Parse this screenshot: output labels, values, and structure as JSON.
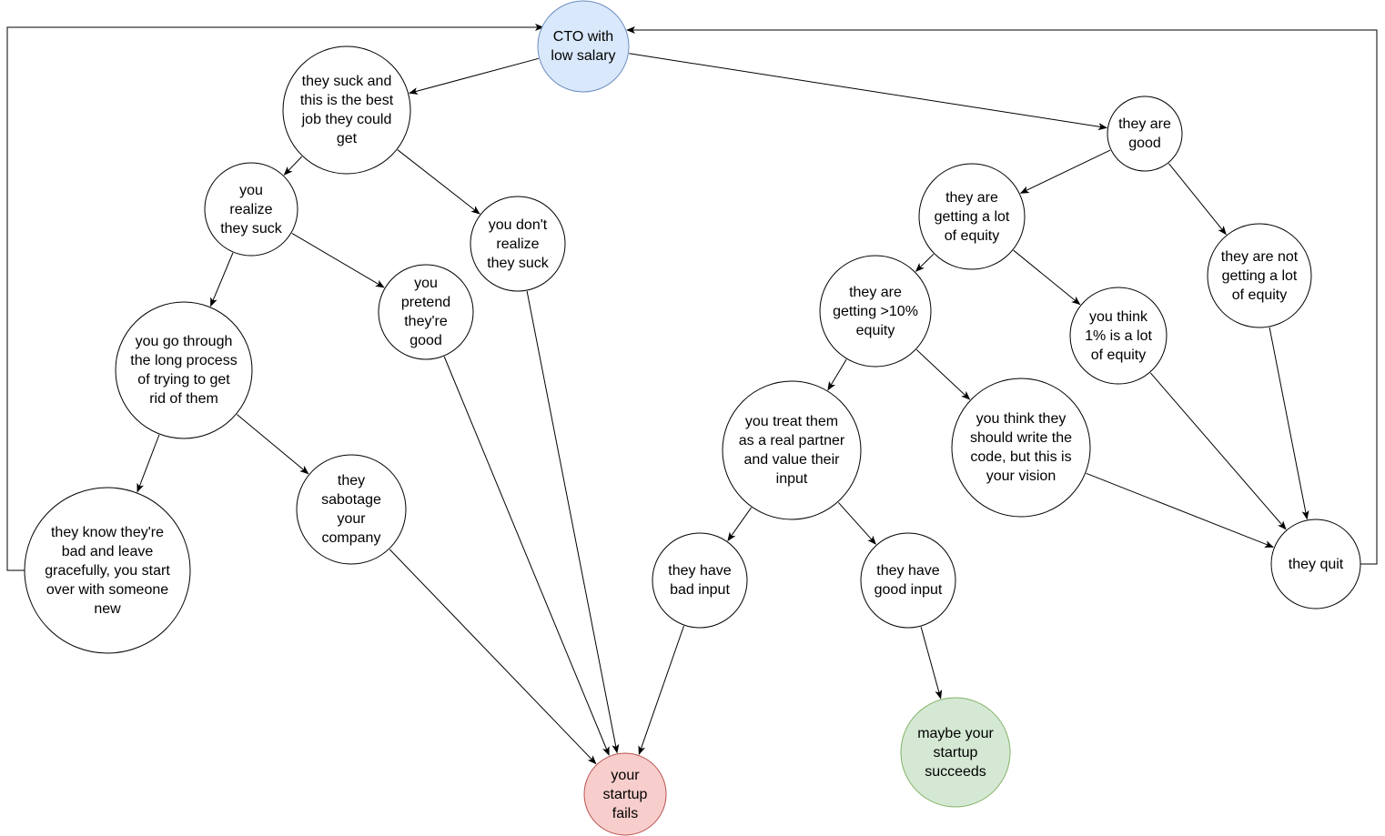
{
  "colors": {
    "default_fill": "#ffffff",
    "default_stroke": "#000000",
    "root_fill": "#dae8fc",
    "root_stroke": "#6c8ebf",
    "fail_fill": "#f8cecc",
    "fail_stroke": "#b85450",
    "success_fill": "#d5e8d4",
    "success_stroke": "#82b366"
  },
  "nodes": [
    {
      "id": "cto",
      "label": [
        "CTO with",
        "low salary"
      ],
      "style": "root"
    },
    {
      "id": "suck",
      "label": [
        "they suck and",
        "this is the best",
        "job they could",
        "get"
      ],
      "style": "default"
    },
    {
      "id": "realize",
      "label": [
        "you",
        "realize",
        "they suck"
      ],
      "style": "default"
    },
    {
      "id": "dont-realize",
      "label": [
        "you don't",
        "realize",
        "they suck"
      ],
      "style": "default"
    },
    {
      "id": "long-process",
      "label": [
        "you go through",
        "the long process",
        "of trying to get",
        "rid of them"
      ],
      "style": "default"
    },
    {
      "id": "pretend",
      "label": [
        "you",
        "pretend",
        "they're",
        "good"
      ],
      "style": "default"
    },
    {
      "id": "leave",
      "label": [
        "they know they're",
        "bad and leave",
        "gracefully, you start",
        "over with someone",
        "new"
      ],
      "style": "default"
    },
    {
      "id": "sabotage",
      "label": [
        "they",
        "sabotage",
        "your",
        "company"
      ],
      "style": "default"
    },
    {
      "id": "fails",
      "label": [
        "your",
        "startup",
        "fails"
      ],
      "style": "fail"
    },
    {
      "id": "good",
      "label": [
        "they are",
        "good"
      ],
      "style": "default"
    },
    {
      "id": "lot-equity",
      "label": [
        "they are",
        "getting a lot",
        "of equity"
      ],
      "style": "default"
    },
    {
      "id": "not-lot-equity",
      "label": [
        "they are not",
        "getting a lot",
        "of equity"
      ],
      "style": "default"
    },
    {
      "id": "over10",
      "label": [
        "they are",
        "getting >10%",
        "equity"
      ],
      "style": "default"
    },
    {
      "id": "think1",
      "label": [
        "you think",
        "1% is a lot",
        "of equity"
      ],
      "style": "default"
    },
    {
      "id": "partner",
      "label": [
        "you treat them",
        "as a real partner",
        "and value their",
        "input"
      ],
      "style": "default"
    },
    {
      "id": "write-code",
      "label": [
        "you think they",
        "should write the",
        "code, but this is",
        "your vision"
      ],
      "style": "default"
    },
    {
      "id": "bad-input",
      "label": [
        "they have",
        "bad input"
      ],
      "style": "default"
    },
    {
      "id": "good-input",
      "label": [
        "they have",
        "good input"
      ],
      "style": "default"
    },
    {
      "id": "succeeds",
      "label": [
        "maybe your",
        "startup",
        "succeeds"
      ],
      "style": "success"
    },
    {
      "id": "quit",
      "label": [
        "they quit"
      ],
      "style": "default"
    }
  ],
  "edges": [
    {
      "from": "cto",
      "to": "suck"
    },
    {
      "from": "cto",
      "to": "good"
    },
    {
      "from": "suck",
      "to": "realize"
    },
    {
      "from": "suck",
      "to": "dont-realize"
    },
    {
      "from": "realize",
      "to": "long-process"
    },
    {
      "from": "realize",
      "to": "pretend"
    },
    {
      "from": "long-process",
      "to": "leave"
    },
    {
      "from": "long-process",
      "to": "sabotage"
    },
    {
      "from": "sabotage",
      "to": "fails"
    },
    {
      "from": "pretend",
      "to": "fails"
    },
    {
      "from": "dont-realize",
      "to": "fails"
    },
    {
      "from": "bad-input",
      "to": "fails"
    },
    {
      "from": "good",
      "to": "lot-equity"
    },
    {
      "from": "good",
      "to": "not-lot-equity"
    },
    {
      "from": "lot-equity",
      "to": "over10"
    },
    {
      "from": "lot-equity",
      "to": "think1"
    },
    {
      "from": "over10",
      "to": "partner"
    },
    {
      "from": "over10",
      "to": "write-code"
    },
    {
      "from": "partner",
      "to": "bad-input"
    },
    {
      "from": "partner",
      "to": "good-input"
    },
    {
      "from": "good-input",
      "to": "succeeds"
    },
    {
      "from": "write-code",
      "to": "quit"
    },
    {
      "from": "think1",
      "to": "quit"
    },
    {
      "from": "not-lot-equity",
      "to": "quit"
    },
    {
      "from": "leave",
      "to": "cto"
    },
    {
      "from": "quit",
      "to": "cto"
    }
  ]
}
